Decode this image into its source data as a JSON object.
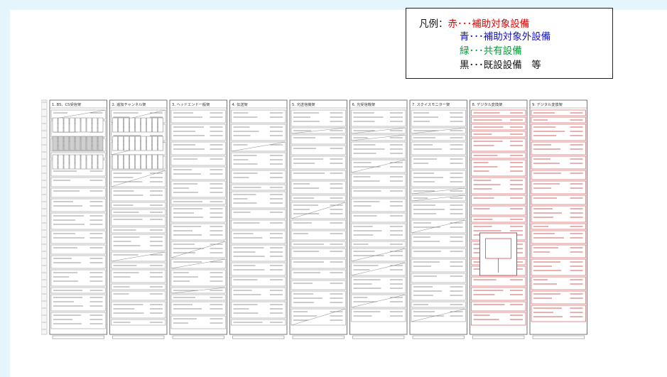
{
  "legend": {
    "prefix": "凡例：",
    "items": [
      {
        "key": "赤",
        "sep": "･･･",
        "text": "補助対象設備",
        "color": "#e00000"
      },
      {
        "key": "青",
        "sep": "･･･",
        "text": "補助対象外設備",
        "color": "#1010c8"
      },
      {
        "key": "緑",
        "sep": "･･･",
        "text": "共有設備",
        "color": "#0a9a3a"
      },
      {
        "key": "黒",
        "sep": "･･･",
        "text": "既設設備",
        "color": "#111111",
        "suffix": "　等"
      }
    ]
  },
  "racks": [
    {
      "header": "1. BS、CS受信架"
    },
    {
      "header": "2. 追加チャンネル架"
    },
    {
      "header": "3. ヘッドエンド一般架"
    },
    {
      "header": "4. 伝送架"
    },
    {
      "header": "5. 光送信機架"
    },
    {
      "header": "6. 光受信機架"
    },
    {
      "header": "7. スクイスモニター架"
    },
    {
      "header": "8. デジタル変換架"
    },
    {
      "header": "9. デジタル変換架"
    }
  ]
}
